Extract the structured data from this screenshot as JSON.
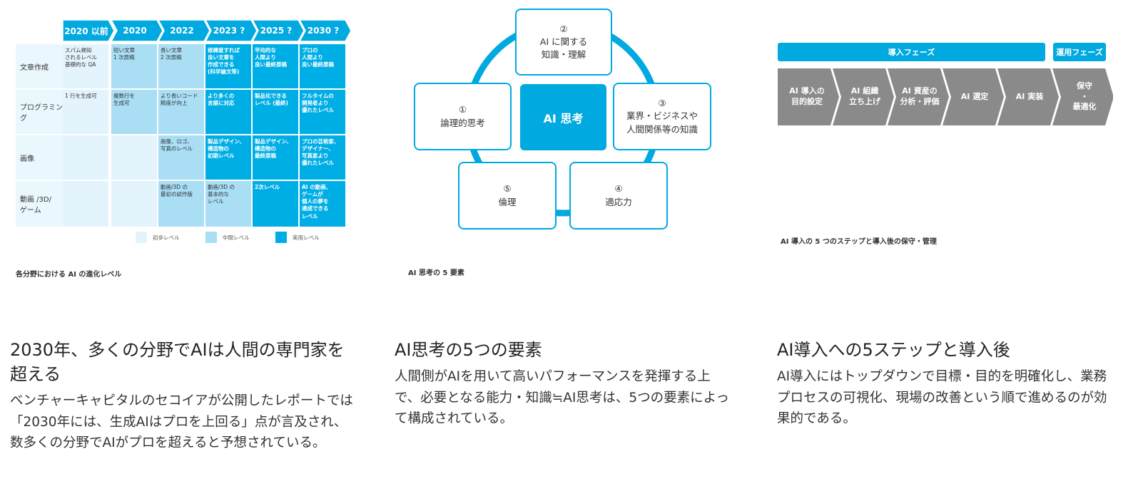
{
  "panel1": {
    "years": [
      "2020 以前",
      "2020",
      "2022",
      "2023 ?",
      "2025 ?",
      "2030 ?"
    ],
    "rows": [
      {
        "label": "文章作成",
        "cells": [
          {
            "text": "スパム検知\nされるレベル\n基礎的な QA",
            "level": 1
          },
          {
            "text": "短い文章\n1 次原稿",
            "level": 2
          },
          {
            "text": "長い文章\n2 次原稿",
            "level": 2
          },
          {
            "text": "修練度すれば\n良い文章を\n作成できる\n(科学論文等)",
            "level": 3
          },
          {
            "text": "平均的な\n人間より\n良い最終原稿",
            "level": 3
          },
          {
            "text": "プロの\n人間より\n良い最終原稿",
            "level": 3
          }
        ]
      },
      {
        "label": "プログラミング",
        "cells": [
          {
            "text": "1 行を生成可",
            "level": 1
          },
          {
            "text": "複数行を\n生成可",
            "level": 2
          },
          {
            "text": "より長いコード\n精度が向上",
            "level": 2
          },
          {
            "text": "より多くの\n言語に対応",
            "level": 3
          },
          {
            "text": "製品化できる\nレベル (最終)",
            "level": 3
          },
          {
            "text": "フルタイムの\n開発者より\n優れたレベル",
            "level": 3
          }
        ]
      },
      {
        "label": "画像",
        "cells": [
          {
            "text": "",
            "level": 1
          },
          {
            "text": "",
            "level": 1
          },
          {
            "text": "画像、ロゴ、\n写真のレベル",
            "level": 2
          },
          {
            "text": "製品デザイン、\n構造物の\n初期レベル",
            "level": 3
          },
          {
            "text": "製品デザイン、\n構造物の\n最終原稿",
            "level": 3
          },
          {
            "text": "プロの芸術家、\nデザイナー、\n写真家より\n優れたレベル",
            "level": 3
          }
        ]
      },
      {
        "label": "動画 /3D/\nゲーム",
        "cells": [
          {
            "text": "",
            "level": 1
          },
          {
            "text": "",
            "level": 1
          },
          {
            "text": "動画/3D の\n最初の試作版",
            "level": 2
          },
          {
            "text": "動画/3D の\n基本的な\nレベル",
            "level": 2
          },
          {
            "text": "2次レベル",
            "level": 3
          },
          {
            "text": "AI の動画、\nゲームが\n個人の夢を\n達成できる\nレベル",
            "level": 3
          }
        ]
      }
    ],
    "legend": [
      "初歩レベル",
      "中間レベル",
      "実用レベル"
    ],
    "caption": "各分野における AI の進化レベル"
  },
  "panel2": {
    "center": "AI 思考",
    "elements": [
      {
        "num": "①",
        "label": "論理的思考"
      },
      {
        "num": "②",
        "label": "AI に関する\n知識・理解"
      },
      {
        "num": "③",
        "label": "業界・ビジネスや\n人間関係等の知識"
      },
      {
        "num": "④",
        "label": "適応力"
      },
      {
        "num": "⑤",
        "label": "倫理"
      }
    ],
    "caption": "AI 思考の 5 要素"
  },
  "panel3": {
    "phase_intro": "導入フェーズ",
    "phase_ops": "運用フェーズ",
    "steps": [
      "AI 導入の\n目的設定",
      "AI 組織\n立ち上げ",
      "AI 資産の\n分析・評価",
      "AI 選定",
      "AI 実装",
      "保守\n・\n最適化"
    ],
    "caption": "AI 導入の 5 つのステップと導入後の保守・管理"
  },
  "articles": [
    {
      "title": "2030年、多くの分野でAIは人間の専門家を超える",
      "body": "ベンチャーキャピタルのセコイアが公開したレポートでは「2030年には、生成AIはプロを上回る」点が言及され、数多くの分野でAIがプロを超えると予想されている。"
    },
    {
      "title": "AI思考の5つの要素",
      "body": "人間側がAIを用いて高いパフォーマンスを発揮する上で、必要となる能力・知識≒AI思考は、5つの要素によって構成されている。"
    },
    {
      "title": "AI導入への5ステップと導入後",
      "body": "AI導入にはトップダウンで目標・目的を明確化し、業務プロセスの可視化、現場の改善という順で進めるのが効果的である。"
    }
  ],
  "colors": {
    "accent": "#00a9e0",
    "light": "#e4f4fc",
    "mid": "#a9def5",
    "gray": "#888888"
  }
}
